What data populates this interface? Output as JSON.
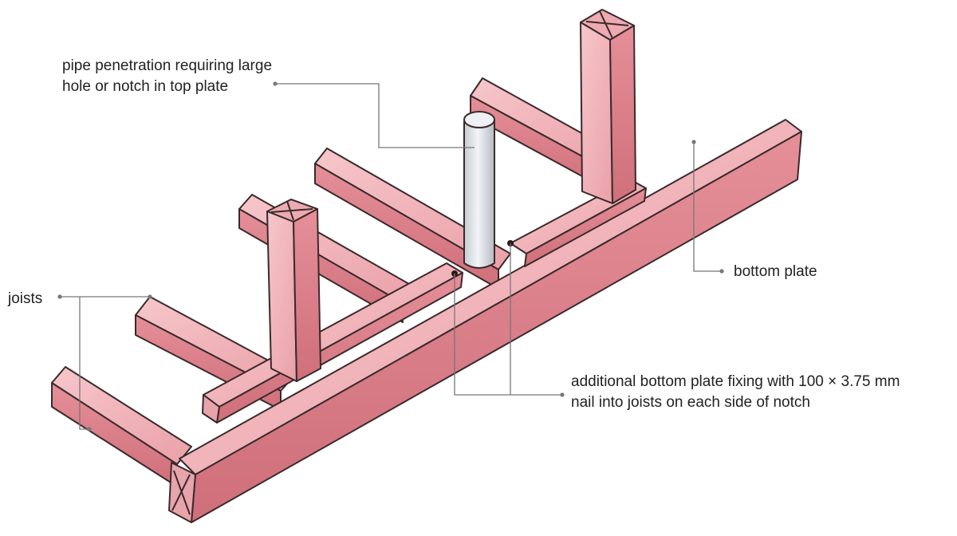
{
  "labels": {
    "pipe": [
      "pipe penetration requiring large",
      "hole or notch in top plate"
    ],
    "joists": "joists",
    "bottom_plate": "bottom plate",
    "fixing": [
      "additional bottom plate fixing with 100 × 3.75 mm",
      "nail into joists on each side of notch"
    ]
  },
  "colors": {
    "timber_light": "#f2b6bb",
    "timber_mid": "#e9939c",
    "timber_dark": "#cf6f7a",
    "outline": "#3a2a2c",
    "pipe": "#d9dde3",
    "leader": "#777777"
  }
}
